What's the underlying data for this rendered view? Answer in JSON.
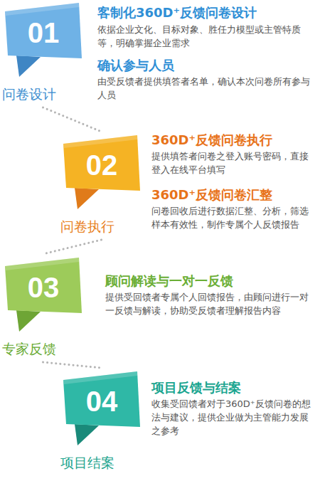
{
  "diagram": {
    "nodes": [
      {
        "text": [
          "01",
          "问卷设计"
        ]
      },
      {
        "text": [
          "02",
          "问卷执行"
        ]
      },
      {
        "text": [
          "03",
          "专家反馈"
        ]
      },
      {
        "text": [
          "04",
          "项目结案"
        ]
      }
    ],
    "edges": [
      {
        "from": 0,
        "to": 1,
        "arrow": "none"
      },
      {
        "from": 1,
        "to": 2,
        "arrow": "none"
      },
      {
        "from": 2,
        "to": 3,
        "arrow": "none"
      }
    ],
    "labels": [
      "客制化360D⁺反馈问卷设计",
      "依据企业文化、目标对象、胜任力模型或主管特质等，明确掌握企业需求",
      "确认参与人员",
      "由受反馈者提供填答者名单，确认本次问卷所有参与人员",
      "360D⁺反馈问卷执行",
      "提供填答者问卷之登入账号密码，直接登入在线平台填写",
      "360D⁺反馈问卷汇整",
      "问卷回收后进行数据汇整、分析，筛选样本有效性，制作专属个人反馈报告",
      "顾问解读与一对一反馈",
      "提供受回馈者专属个人回馈报告，由顾问进行一对一反馈与解读，协助受反馈者理解报告内容",
      "项目反馈与结案",
      "收集受回馈者对于360D⁺反馈问卷的想法与建议，提供企业做为主管能力发展之参考"
    ]
  }
}
